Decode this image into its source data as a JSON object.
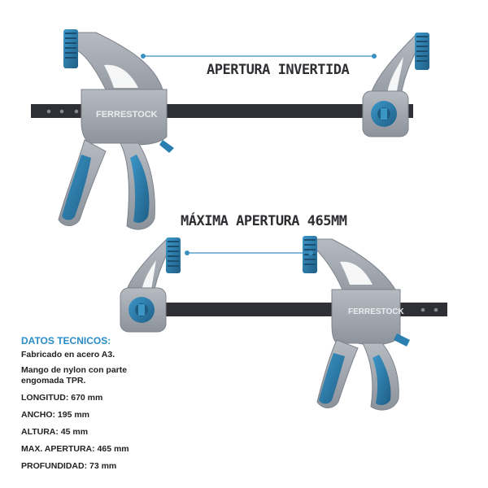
{
  "labels": {
    "inverted_opening": "APERTURA INVERTIDA",
    "max_opening": "MÁXIMA APERTURA 465MM"
  },
  "brand": "FERRESTOCK",
  "specs": {
    "title": "DATOS TECNICOS:",
    "lines": [
      "Fabricado en acero A3.",
      "Mango de nylon con parte engomada TPR.",
      "LONGITUD: 670 mm",
      "ANCHO: 195 mm",
      "ALTURA: 45 mm",
      "MAX. APERTURA: 465 mm",
      "PROFUNDIDAD: 73 mm"
    ]
  },
  "colors": {
    "accent_blue": "#2a7fb0",
    "grey_body": "#9aa0a8",
    "bar": "#2e3036"
  }
}
